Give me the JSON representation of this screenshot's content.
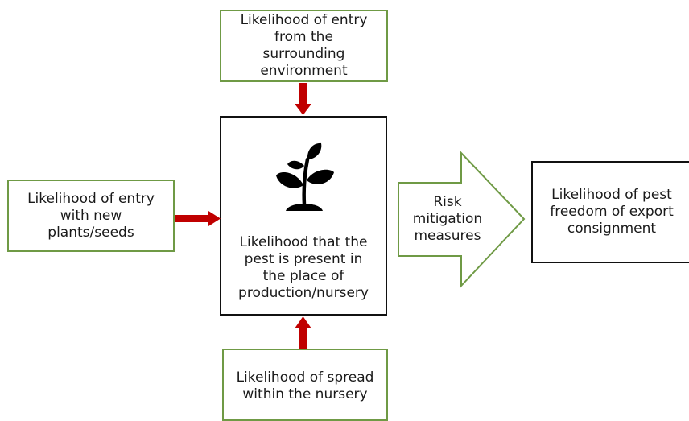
{
  "nodes": {
    "top": {
      "text": "Likelihood of entry\nfrom the\nsurrounding\nenvironment"
    },
    "left": {
      "text": "Likelihood of entry\nwith new\nplants/seeds"
    },
    "bottom": {
      "text": "Likelihood of spread\nwithin the nursery"
    },
    "center": {
      "text": "Likelihood that the\npest is present in\nthe place of\nproduction/nursery",
      "icon": "plant-seedling-icon"
    },
    "mitigation": {
      "text": "Risk\nmitigation\nmeasures"
    },
    "result": {
      "text": "Likelihood of pest\nfreedom of export\nconsignment"
    }
  },
  "colors": {
    "green_border": "#6f9a45",
    "arrow_red": "#c00000",
    "black_border": "#111111"
  }
}
